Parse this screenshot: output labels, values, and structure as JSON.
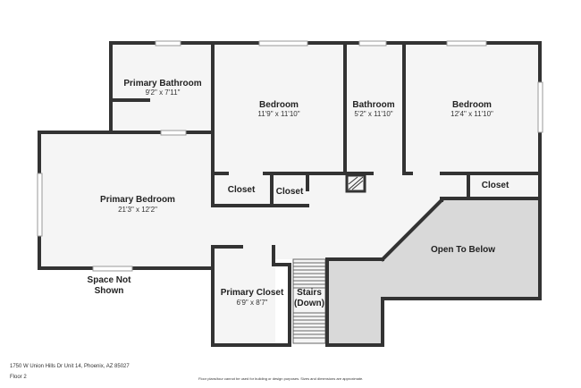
{
  "rooms": {
    "primary_bathroom": {
      "name": "Primary Bathroom",
      "dims": "9'2\" x 7'11\""
    },
    "bedroom_center": {
      "name": "Bedroom",
      "dims": "11'9\" x 11'10\""
    },
    "bathroom": {
      "name": "Bathroom",
      "dims": "5'2\" x 11'10\""
    },
    "bedroom_right": {
      "name": "Bedroom",
      "dims": "12'4\" x 11'10\""
    },
    "primary_bedroom": {
      "name": "Primary Bedroom",
      "dims": "21'3\" x 12'2\""
    },
    "closet_a": {
      "name": "Closet"
    },
    "closet_b": {
      "name": "Closet"
    },
    "closet_c": {
      "name": "Closet"
    },
    "open_to_below": {
      "name": "Open To Below"
    },
    "primary_closet": {
      "name": "Primary Closet",
      "dims": "6'9\" x 8'7\""
    },
    "stairs": {
      "line1": "Stairs",
      "line2": "(Down)"
    }
  },
  "space_not_shown": {
    "line1": "Space Not",
    "line2": "Shown"
  },
  "footer": {
    "address": "1750 W Union Hills Dr Unit 14, Phoenix, AZ 85027",
    "floor": "Floor 2",
    "disclaimer": "Floor plans/tour cannot be used for building or design purposes. Sizes and dimensions are approximate."
  },
  "colors": {
    "wall": "#333333",
    "floor": "#f5f5f5",
    "stair_area": "#d9d9d9",
    "window": "#cccccc"
  }
}
